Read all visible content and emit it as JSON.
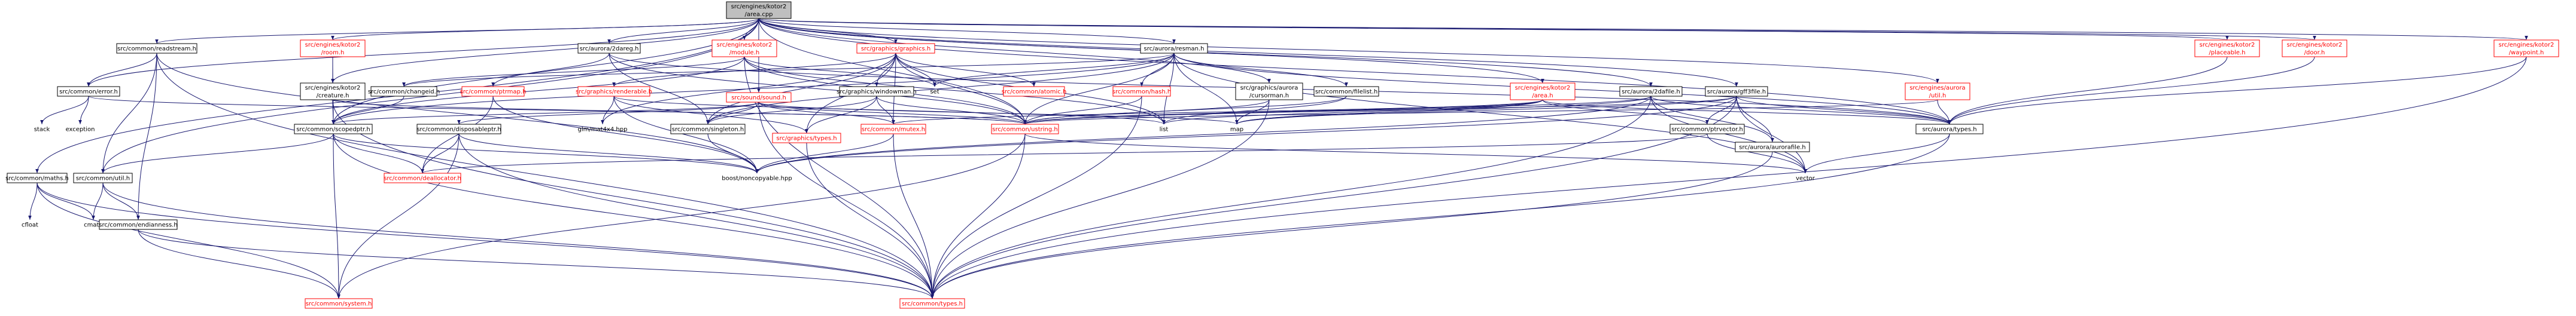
{
  "diagram": {
    "colors": {
      "edge": "#191970",
      "root_fill": "#bfbfbf",
      "node_fill": "#ffffff",
      "node_border_doc": "#000000",
      "node_border_trunc": "#ff0000",
      "label_doc": "#000000",
      "label_trunc": "#ff0000",
      "label_plain": "#000000"
    },
    "nodes": [
      {
        "id": "root",
        "label": [
          "src/engines/kotor2",
          "/area.cpp"
        ],
        "kind": "root"
      },
      {
        "id": "readstream",
        "label": [
          "src/common/readstream.h"
        ],
        "kind": "doc"
      },
      {
        "id": "room",
        "label": [
          "src/engines/kotor2",
          "/room.h"
        ],
        "kind": "trunc"
      },
      {
        "id": "aurora2da",
        "label": [
          "src/aurora/2dareg.h"
        ],
        "kind": "doc"
      },
      {
        "id": "module",
        "label": [
          "src/engines/kotor2",
          "/module.h"
        ],
        "kind": "trunc"
      },
      {
        "id": "graphics",
        "label": [
          "src/graphics/graphics.h"
        ],
        "kind": "trunc"
      },
      {
        "id": "resman",
        "label": [
          "src/aurora/resman.h"
        ],
        "kind": "doc"
      },
      {
        "id": "placeable",
        "label": [
          "src/engines/kotor2",
          "/placeable.h"
        ],
        "kind": "trunc"
      },
      {
        "id": "door",
        "label": [
          "src/engines/kotor2",
          "/door.h"
        ],
        "kind": "trunc"
      },
      {
        "id": "waypoint",
        "label": [
          "src/engines/kotor2",
          "/waypoint.h"
        ],
        "kind": "trunc"
      },
      {
        "id": "error",
        "label": [
          "src/common/error.h"
        ],
        "kind": "doc"
      },
      {
        "id": "creature",
        "label": [
          "src/engines/kotor2",
          "/creature.h"
        ],
        "kind": "doc"
      },
      {
        "id": "changeid",
        "label": [
          "src/common/changeid.h"
        ],
        "kind": "doc"
      },
      {
        "id": "ptrmap",
        "label": [
          "src/common/ptrmap.h"
        ],
        "kind": "trunc"
      },
      {
        "id": "renderable",
        "label": [
          "src/graphics/renderable.h"
        ],
        "kind": "trunc"
      },
      {
        "id": "sound",
        "label": [
          "src/sound/sound.h"
        ],
        "kind": "trunc"
      },
      {
        "id": "windowman",
        "label": [
          "src/graphics/windowman.h"
        ],
        "kind": "doc"
      },
      {
        "id": "atomic",
        "label": [
          "src/common/atomic.h"
        ],
        "kind": "trunc"
      },
      {
        "id": "cursorman",
        "label": [
          "src/graphics/aurora",
          "/cursorman.h"
        ],
        "kind": "doc"
      },
      {
        "id": "hash",
        "label": [
          "src/common/hash.h"
        ],
        "kind": "trunc"
      },
      {
        "id": "filelist",
        "label": [
          "src/common/filelist.h"
        ],
        "kind": "doc"
      },
      {
        "id": "area_h",
        "label": [
          "src/engines/kotor2",
          "/area.h"
        ],
        "kind": "trunc"
      },
      {
        "id": "twodafile",
        "label": [
          "src/aurora/2dafile.h"
        ],
        "kind": "doc"
      },
      {
        "id": "gff3file",
        "label": [
          "src/aurora/gff3file.h"
        ],
        "kind": "doc"
      },
      {
        "id": "util_aurora",
        "label": [
          "src/engines/aurora",
          "/util.h"
        ],
        "kind": "trunc"
      },
      {
        "id": "set",
        "label": [
          "set"
        ],
        "kind": "plain"
      },
      {
        "id": "stack",
        "label": [
          "stack"
        ],
        "kind": "plain"
      },
      {
        "id": "exception",
        "label": [
          "exception"
        ],
        "kind": "plain"
      },
      {
        "id": "scopedptr",
        "label": [
          "src/common/scopedptr.h"
        ],
        "kind": "doc"
      },
      {
        "id": "disposableptr",
        "label": [
          "src/common/disposableptr.h"
        ],
        "kind": "doc"
      },
      {
        "id": "glm",
        "label": [
          "glm/mat4x4.hpp"
        ],
        "kind": "plain"
      },
      {
        "id": "singleton",
        "label": [
          "src/common/singleton.h"
        ],
        "kind": "doc"
      },
      {
        "id": "mutex",
        "label": [
          "src/common/mutex.h"
        ],
        "kind": "trunc"
      },
      {
        "id": "gtypes",
        "label": [
          "src/graphics/types.h"
        ],
        "kind": "trunc"
      },
      {
        "id": "ustring",
        "label": [
          "src/common/ustring.h"
        ],
        "kind": "trunc"
      },
      {
        "id": "list",
        "label": [
          "list"
        ],
        "kind": "plain"
      },
      {
        "id": "map",
        "label": [
          "map"
        ],
        "kind": "plain"
      },
      {
        "id": "ptrvector",
        "label": [
          "src/common/ptrvector.h"
        ],
        "kind": "doc"
      },
      {
        "id": "aurorafile",
        "label": [
          "src/aurora/aurorafile.h"
        ],
        "kind": "doc"
      },
      {
        "id": "atypes",
        "label": [
          "src/aurora/types.h"
        ],
        "kind": "doc"
      },
      {
        "id": "mathsh",
        "label": [
          "src/common/maths.h"
        ],
        "kind": "doc"
      },
      {
        "id": "util_common",
        "label": [
          "src/common/util.h"
        ],
        "kind": "doc"
      },
      {
        "id": "deallocator",
        "label": [
          "src/common/deallocator.h"
        ],
        "kind": "trunc"
      },
      {
        "id": "noncopyable",
        "label": [
          "boost/noncopyable.hpp"
        ],
        "kind": "plain"
      },
      {
        "id": "vector",
        "label": [
          "vector"
        ],
        "kind": "plain"
      },
      {
        "id": "cfloat",
        "label": [
          "cfloat"
        ],
        "kind": "plain"
      },
      {
        "id": "cmath",
        "label": [
          "cmath"
        ],
        "kind": "plain"
      },
      {
        "id": "endianness",
        "label": [
          "src/common/endianness.h"
        ],
        "kind": "doc"
      },
      {
        "id": "system",
        "label": [
          "src/common/system.h"
        ],
        "kind": "trunc"
      },
      {
        "id": "ctypes",
        "label": [
          "src/common/types.h"
        ],
        "kind": "trunc"
      }
    ]
  }
}
